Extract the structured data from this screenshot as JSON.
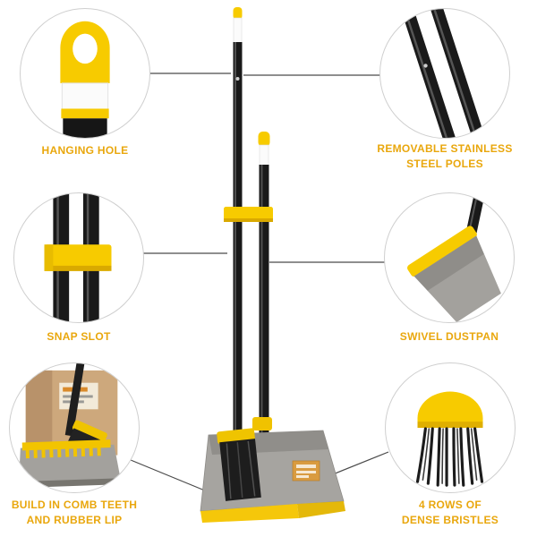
{
  "colors": {
    "accent_yellow": "#F7CB00",
    "label_gold": "#E9A70D",
    "pole_black": "#1a1a1a",
    "pan_gray": "#a3a19d",
    "circle_border": "#cfcfcf"
  },
  "callouts": [
    {
      "id": "hanging-hole",
      "label": "HANGING HOLE"
    },
    {
      "id": "removable-poles",
      "label": "REMOVABLE STAINLESS STEEL POLES"
    },
    {
      "id": "snap-slot",
      "label": "SNAP SLOT"
    },
    {
      "id": "swivel-dustpan",
      "label": "SWIVEL DUSTPAN"
    },
    {
      "id": "comb-teeth",
      "label": "BUILD IN COMB TEETH AND RUBBER LIP"
    },
    {
      "id": "dense-bristles",
      "label": "4 ROWS OF DENSE BRISTLES"
    }
  ]
}
